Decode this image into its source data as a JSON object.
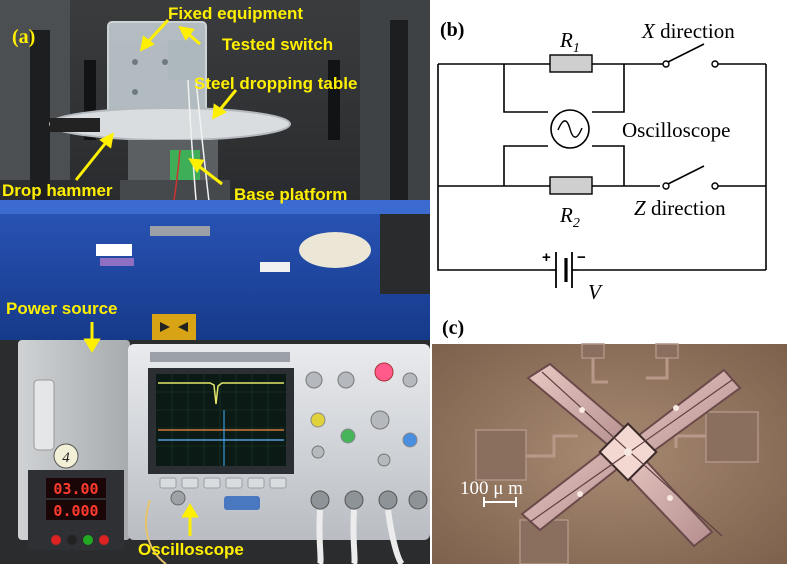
{
  "panel_a": {
    "label": "(a)",
    "annotations": {
      "fixed_equipment": "Fixed equipment",
      "tested_switch": "Tested switch",
      "steel_dropping_table": "Steel dropping table",
      "drop_hammer": "Drop hammer",
      "base_platform": "Base platform",
      "power_source": "Power source",
      "oscilloscope": "Oscilloscope"
    },
    "psu_display": {
      "voltage": "03.00",
      "current": "0.000"
    },
    "psu_badge": "4",
    "annotation_color": "#ffef00"
  },
  "panel_b": {
    "label": "(b)",
    "r1": "R",
    "r1_sub": "1",
    "r2": "R",
    "r2_sub": "2",
    "x_label_var": "X",
    "x_label_rest": " direction",
    "z_label_var": "Z",
    "z_label_rest": " direction",
    "oscilloscope": "Oscilloscope",
    "v": "V",
    "plus": "+",
    "minus": "−"
  },
  "panel_c": {
    "label": "(c)",
    "scale_bar": "100 μ m"
  }
}
